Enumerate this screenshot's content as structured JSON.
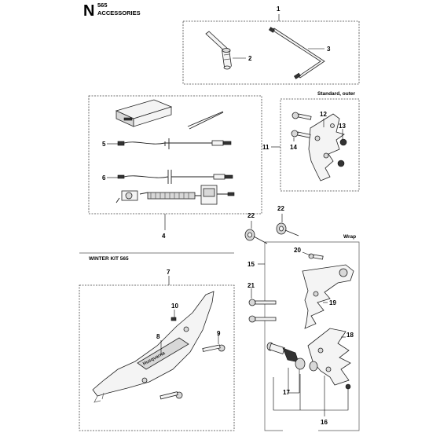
{
  "header": {
    "letter": "N",
    "model": "565",
    "title": "ACCESSORIES"
  },
  "section_labels": {
    "standard_outer": "Standard, outer",
    "wrap": "Wrap",
    "winter_kit": "WINTER KIT 565"
  },
  "part_numbers": {
    "p1": "1",
    "p2": "2",
    "p3": "3",
    "p4": "4",
    "p5": "5",
    "p6": "6",
    "p7": "7",
    "p8": "8",
    "p9": "9",
    "p10": "10",
    "p11": "11",
    "p12": "12",
    "p13": "13",
    "p14": "14",
    "p15": "15",
    "p16": "16",
    "p17": "17",
    "p18": "18",
    "p19": "19",
    "p20": "20",
    "p21": "21",
    "p22a": "22",
    "p22b": "22"
  }
}
